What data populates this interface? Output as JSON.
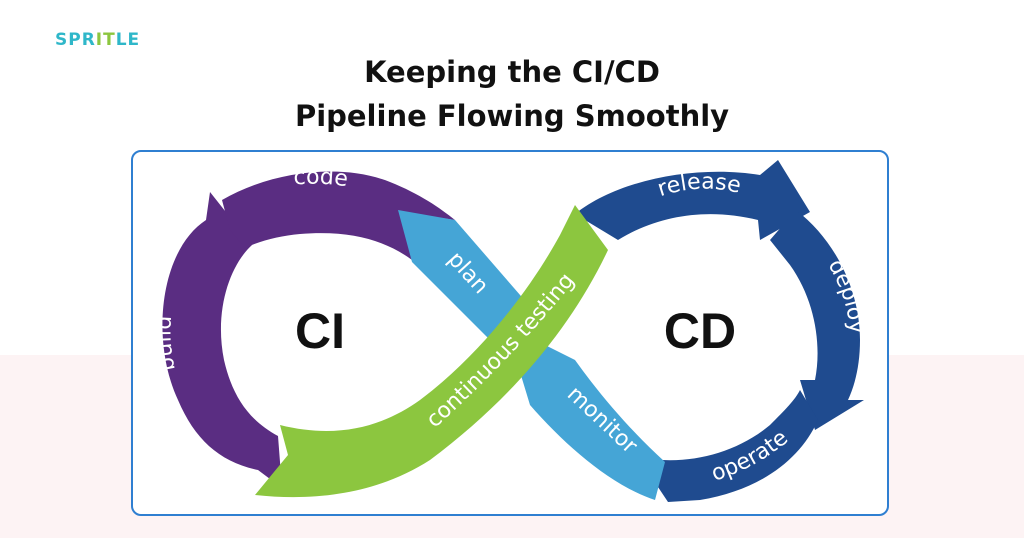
{
  "logo": {
    "part1": "SPR",
    "part2": "IT",
    "part3": "LE"
  },
  "title": {
    "line1": "Keeping the CI/CD",
    "line2": "Pipeline Flowing Smoothly"
  },
  "hubs": {
    "ci": "CI",
    "cd": "CD"
  },
  "stages": {
    "code": "code",
    "build": "build",
    "plan": "plan",
    "continuous_testing": "continuous testing",
    "release": "release",
    "deploy": "deploy",
    "monitor": "monitor",
    "operate": "operate"
  },
  "colors": {
    "ci_purple": "#5a2d82",
    "plan_blue": "#45a5d6",
    "testing_green": "#8cc63f",
    "cd_navy": "#1f4b8f",
    "frame_border": "#2f7fd1"
  }
}
